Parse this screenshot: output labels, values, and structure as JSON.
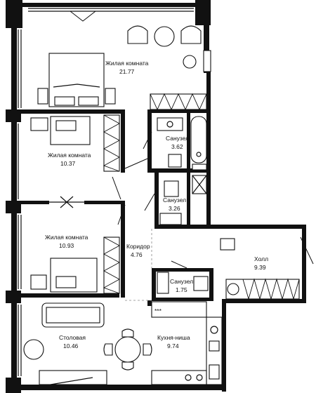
{
  "rooms": [
    {
      "id": "living-1",
      "name": "Жилая комната",
      "area": "21.77"
    },
    {
      "id": "living-2",
      "name": "Жилая комната",
      "area": "10.37"
    },
    {
      "id": "bath-1",
      "name": "Санузел",
      "area": "3.62"
    },
    {
      "id": "bath-2",
      "name": "Санузел",
      "area": "3.26"
    },
    {
      "id": "living-3",
      "name": "Жилая комната",
      "area": "10.93"
    },
    {
      "id": "corridor",
      "name": "Коридор",
      "area": "4.76"
    },
    {
      "id": "hall",
      "name": "Холл",
      "area": "9.39"
    },
    {
      "id": "bath-3",
      "name": "Санузел",
      "area": "1.75"
    },
    {
      "id": "dining",
      "name": "Столовая",
      "area": "10.46"
    },
    {
      "id": "kitchen",
      "name": "Кухня-ниша",
      "area": "9.74"
    }
  ],
  "stove_marks": "***"
}
